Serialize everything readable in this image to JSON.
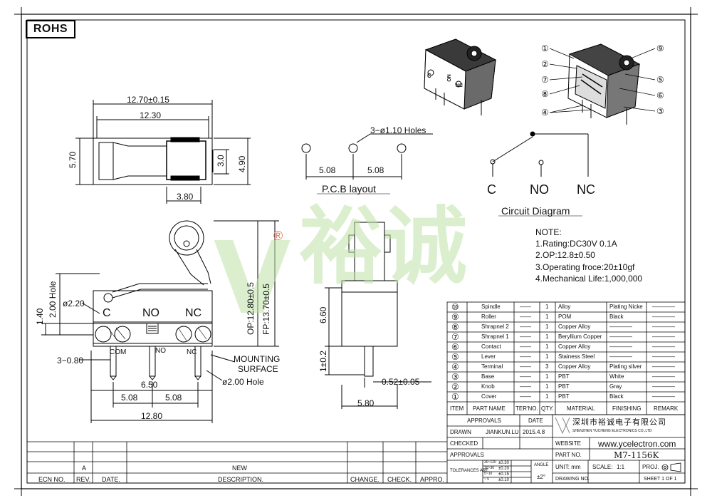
{
  "badge": "ROHS",
  "top_view": {
    "dim_total": "12.70±0.15",
    "dim_inner": "12.30",
    "dim_height": "5.70",
    "dim_lever_pos": "3.80",
    "dim_3": "3.0",
    "dim_490": "4.90"
  },
  "pcb": {
    "holes_label": "3−ø1.10 Holes",
    "spacing_left": "5.08",
    "spacing_right": "5.08",
    "caption": "P.C.B layout"
  },
  "circuit": {
    "c": "C",
    "no": "NO",
    "nc": "NC",
    "caption": "Circuit Diagram"
  },
  "notes": {
    "title": "NOTE:",
    "items": [
      "1.Rating:DC30V 0.1A",
      "2.OP:12.8±0.50",
      "3.Operating froce:20±10gf",
      "4.Mechanical Life:1,000,000"
    ]
  },
  "front_view": {
    "label_c": "C",
    "label_no": "NO",
    "label_nc": "NC",
    "com": "COM",
    "pin_no": "NO",
    "pin_nc": "NC",
    "d220": "ø2.20",
    "d200_hole": "2.00 Hole",
    "dim140": "1.40",
    "dim380": "3−0.80",
    "dim650": "6.50",
    "dim508a": "5.08",
    "dim508b": "5.08",
    "dim1280": "12.80",
    "op": "OP:12.80±0.5",
    "fp": "FP:13.70±0.5",
    "mount1": "MOUNTING",
    "mount2": "SURFACE",
    "hole2": "ø2.00  Hole"
  },
  "side_view": {
    "d660": "6.60",
    "d02": "1±0.2",
    "d052": "0.52±0.05",
    "d580": "5.80"
  },
  "watermark": {
    "brand": "裕诚",
    "reg": "®"
  },
  "bom": {
    "rows": [
      {
        "no": "⑩",
        "part": "Spindle",
        "dash": "——",
        "qty": "1",
        "material": "Alloy",
        "finish": "Plating Nicke",
        "remark": "————"
      },
      {
        "no": "⑨",
        "part": "Roller",
        "dash": "——",
        "qty": "1",
        "material": "POM",
        "finish": "Black",
        "remark": "————"
      },
      {
        "no": "⑧",
        "part": "Shrapnel 2",
        "dash": "——",
        "qty": "1",
        "material": "Copper Alloy",
        "finish": "————",
        "remark": "————"
      },
      {
        "no": "⑦",
        "part": "Shrapnel 1",
        "dash": "——",
        "qty": "1",
        "material": "Beryllium Copper",
        "finish": "————",
        "remark": "————"
      },
      {
        "no": "⑥",
        "part": "Contact",
        "dash": "——",
        "qty": "1",
        "material": "Copper Alloy",
        "finish": "————",
        "remark": "————"
      },
      {
        "no": "⑤",
        "part": "Lever",
        "dash": "——",
        "qty": "1",
        "material": "Stainess Steel",
        "finish": "————",
        "remark": "————"
      },
      {
        "no": "④",
        "part": "Terminal",
        "dash": "——",
        "qty": "3",
        "material": "Copper Alloy",
        "finish": "Plating silver",
        "remark": "————"
      },
      {
        "no": "③",
        "part": "Base",
        "dash": "——",
        "qty": "1",
        "material": "PBT",
        "finish": "White",
        "remark": "————"
      },
      {
        "no": "②",
        "part": "Knob",
        "dash": "——",
        "qty": "1",
        "material": "PBT",
        "finish": "Gray",
        "remark": "————"
      },
      {
        "no": "①",
        "part": "Cover",
        "dash": "——",
        "qty": "1",
        "material": "PBT",
        "finish": "Black",
        "remark": "————"
      }
    ],
    "headers": {
      "item": "ITEM",
      "part": "PART NAME",
      "ter": "TER'NO.",
      "qty": "QTY.",
      "material": "MATERIAL",
      "finish": "FINISHING",
      "remark": "REMARK"
    }
  },
  "title_block": {
    "approvals": "APPROVALS",
    "date": "DATE",
    "company_cn": "深圳市裕诚电子有限公司",
    "company_en": "SHENZHEN YUCHENG ELECTRONICS CO.,LTD",
    "drawn": "DRAWN",
    "drawn_name": "JIANKUN.LU",
    "drawn_date": "2015.4.8",
    "checked": "CHECKED",
    "website_lbl": "WEBSITE",
    "website": "www.ycelectron.com",
    "approvals2": "APPROVALS",
    "part_no_lbl": "PART NO.",
    "part_no": "M7-1156K",
    "tolerances": "TOLERANCES ARE",
    "tol_rows": [
      {
        "r": "30~120",
        "v": "±0.30"
      },
      {
        "r": "10~30",
        "v": "±0.20"
      },
      {
        "r": "5~10",
        "v": "±0.15"
      },
      {
        "r": "~ 5",
        "v": "±0.10"
      }
    ],
    "angle": "ANGLE",
    "angle_v": "±2°",
    "unit": "UNIT: mm",
    "scale_lbl": "SCALE:",
    "scale": "1:1",
    "proj": "PROJ.",
    "drawing_no": "DRAWING NO.",
    "sheet": "SHEET  1  OF  1"
  },
  "revision": {
    "col_a": "A",
    "col_new": "NEW",
    "ecn": "ECN NO.",
    "rev": "REV.",
    "date": "DATE.",
    "desc": "DESCRIPTION.",
    "change": "CHANGE.",
    "check": "CHECK.",
    "appro": "APPRO."
  },
  "callouts": [
    "①",
    "②",
    "⑦",
    "⑧",
    "④",
    "⑨",
    "⑤",
    "⑥",
    "③"
  ],
  "iso_marks": {
    "c": "C",
    "no": "NO",
    "nc": "NC"
  }
}
